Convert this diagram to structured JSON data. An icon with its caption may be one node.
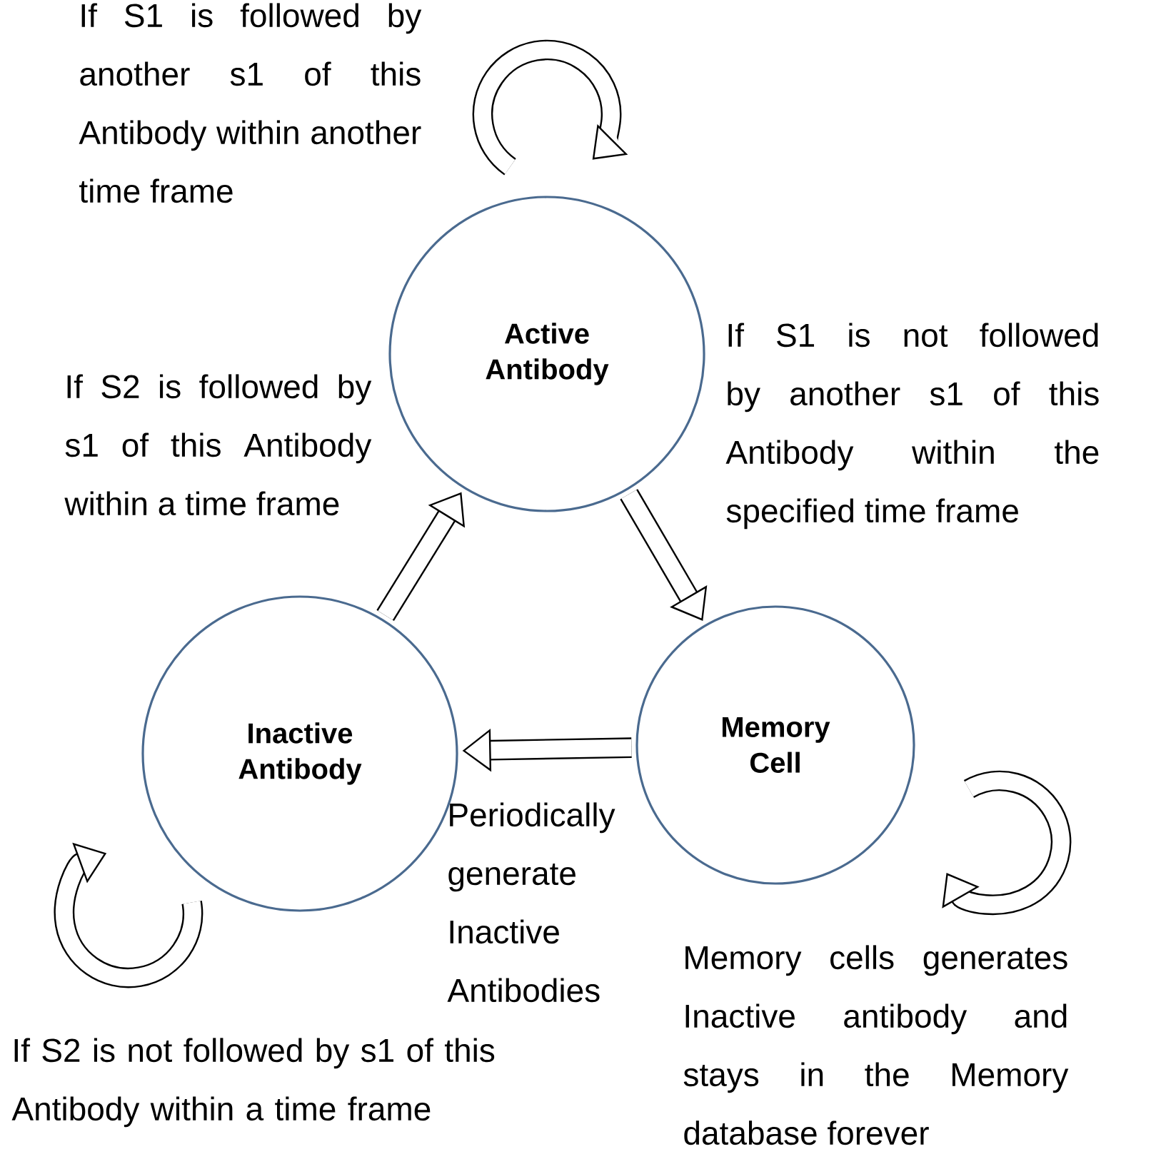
{
  "diagram": {
    "nodes": [
      {
        "text": [
          "Active Antibody"
        ]
      },
      {
        "text": [
          "Memory Cell"
        ]
      },
      {
        "text": [
          "Inactive Antibody"
        ]
      }
    ],
    "edges": [
      {
        "from": 2,
        "to": 0,
        "arrow": "to",
        "label": "If S2 is followed by s1 of this Antibody within a time frame"
      },
      {
        "from": 0,
        "to": 1,
        "arrow": "to",
        "label": "If S1 is not followed by another s1 of this Antibody within the specified time frame"
      },
      {
        "from": 1,
        "to": 2,
        "arrow": "to",
        "label": "Periodically generate Inactive Antibodies"
      }
    ],
    "labels": [
      "If S1 is followed by another s1 of this Antibody within another time frame",
      "Memory cells generates Inactive antibody and stays in the Memory database forever",
      "If S2 is not followed by s1 of this Antibody within a time frame"
    ]
  }
}
